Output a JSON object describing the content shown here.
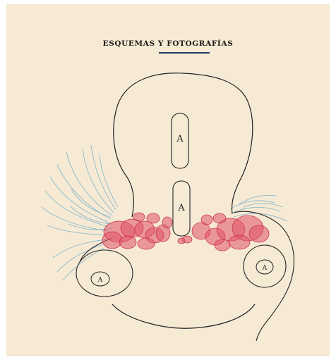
{
  "page": {
    "title": "ESQUEMAS Y FOTOGRAFÍAS"
  },
  "labels": {
    "upper_a": "A",
    "lower_a": "A",
    "left_a": "A",
    "right_a": "A"
  },
  "colors": {
    "paper": "#f6ead5",
    "ink": "#222222",
    "red_tissue": "#e0526a",
    "blue_hair": "#7fb3c8",
    "title_rule": "#233a66"
  }
}
